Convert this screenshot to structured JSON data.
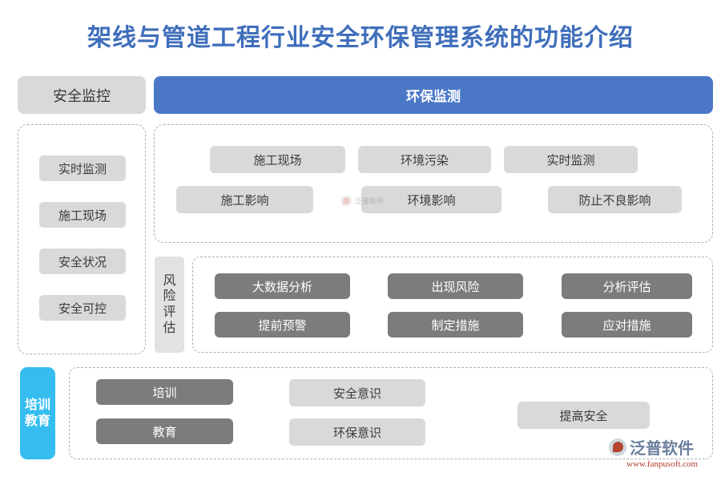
{
  "title": "架线与管道工程行业安全环保管理系统的功能介绍",
  "header": {
    "left_tab": "安全监控",
    "main_tab": "环保监测"
  },
  "colors": {
    "title": "#3f6ebb",
    "header_blue": "#4a78c7",
    "chip_gray": "#d9d9d9",
    "chip_dark": "#7c7c7c",
    "training_tab": "#35bdf0",
    "logo_red": "#b23a2c"
  },
  "safety_column": {
    "items": [
      {
        "label": "实时监测"
      },
      {
        "label": "施工现场"
      },
      {
        "label": "安全状况"
      },
      {
        "label": "安全可控"
      }
    ]
  },
  "env_panel": {
    "row1": [
      {
        "label": "施工现场"
      },
      {
        "label": "环境污染"
      },
      {
        "label": "实时监测"
      }
    ],
    "row2": [
      {
        "label": "施工影响"
      },
      {
        "label": "环境影响"
      },
      {
        "label": "防止不良影响"
      }
    ]
  },
  "risk_section": {
    "label": "风险评估",
    "label_chars": [
      "风",
      "险",
      "评",
      "估"
    ],
    "row1": [
      {
        "label": "大数据分析"
      },
      {
        "label": "出现风险"
      },
      {
        "label": "分析评估"
      }
    ],
    "row2": [
      {
        "label": "提前预警"
      },
      {
        "label": "制定措施"
      },
      {
        "label": "应对措施"
      }
    ]
  },
  "training_section": {
    "label": "培训教育",
    "label_lines": [
      "培训",
      "教育"
    ],
    "col1": [
      {
        "label": "培训"
      },
      {
        "label": "教育"
      }
    ],
    "col2": [
      {
        "label": "安全意识"
      },
      {
        "label": "环保意识"
      }
    ],
    "col3": [
      {
        "label": "提高安全"
      }
    ]
  },
  "watermark": {
    "center_text": "泛普软件",
    "logo_name": "泛普软件",
    "logo_url": "www.fanpusoft.com"
  }
}
